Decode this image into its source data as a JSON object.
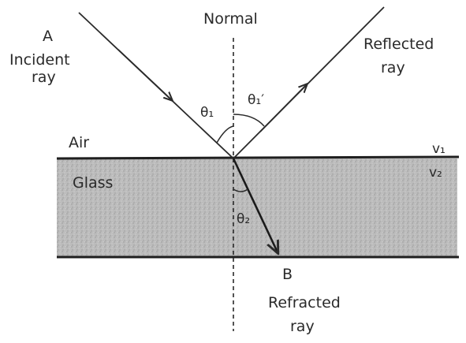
{
  "labels": {
    "normal": "Normal",
    "point_a": "A",
    "incident_line1": "Incident",
    "incident_line2": "ray",
    "reflected_line1": "Reflected",
    "reflected_line2": "ray",
    "theta1": "θ₁",
    "theta1_prime": "θ₁′",
    "air": "Air",
    "glass": "Glass",
    "v1": "v₁",
    "v2": "v₂",
    "theta2": "θ₂",
    "point_b": "B",
    "refracted_line1": "Refracted",
    "refracted_line2": "ray"
  },
  "colors": {
    "ink": "#2a2a2a",
    "glass_fill": "#b9b9b9",
    "glass_shade": "#a2a2a2"
  }
}
